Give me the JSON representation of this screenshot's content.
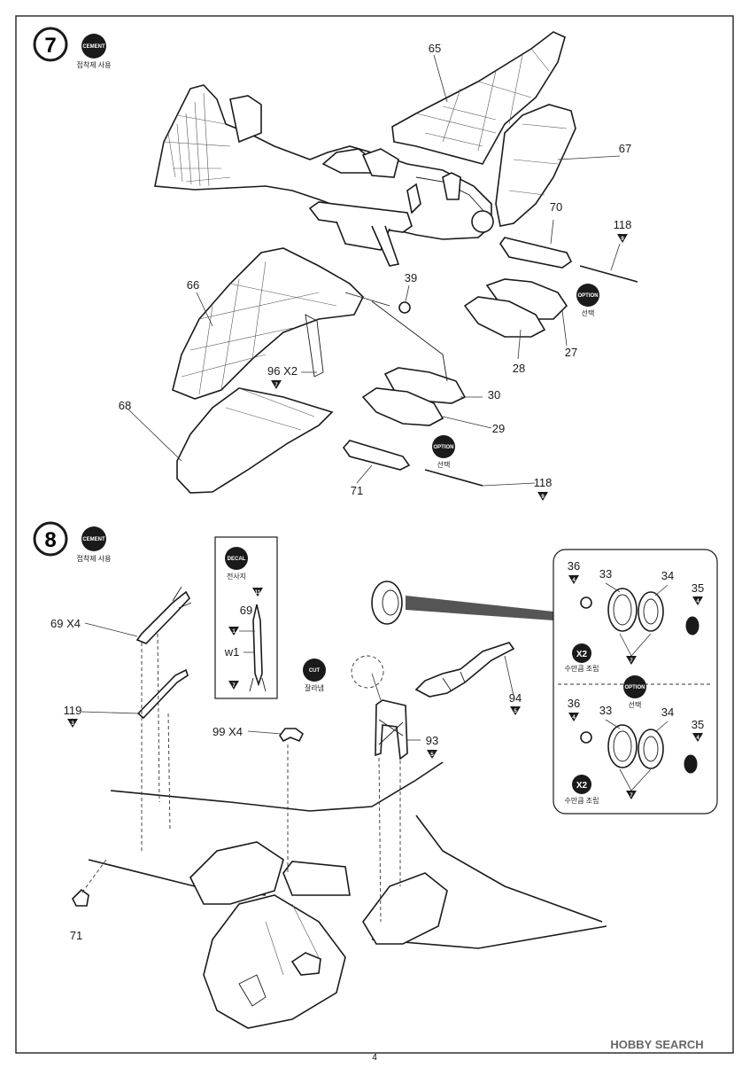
{
  "page_number": "4",
  "watermark": "HOBBY SEARCH",
  "step7": {
    "number": "7",
    "cement_badge": "CEMENT",
    "cement_caption": "접착제 사용",
    "labels": {
      "p65": "65",
      "p67": "67",
      "p70": "70",
      "p118a": "118",
      "p118a_ref": "9",
      "p66": "66",
      "p39": "39",
      "p27": "27",
      "p28": "28",
      "p96": "96 X2",
      "p96_ref": "7",
      "p30": "30",
      "p29": "29",
      "p68": "68",
      "p71": "71",
      "p118b": "118",
      "p118b_ref": "9"
    },
    "option_badge": "OPTION",
    "option_caption": "선택"
  },
  "step8": {
    "number": "8",
    "cement_badge": "CEMENT",
    "cement_caption": "접착제 사용",
    "decal_badge": "DECAL",
    "decal_caption": "전사지",
    "decal_refs": {
      "top": "11",
      "mid": "1",
      "bottom": "7"
    },
    "decal_part": "69",
    "decal_code": "w1",
    "cut_badge": "CUT",
    "cut_caption": "잘라냄",
    "labels": {
      "p69": "69 X4",
      "p119": "119",
      "p119_ref": "3",
      "p99": "99 X4",
      "p93": "93",
      "p93_ref": "5",
      "p94": "94",
      "p94_ref": "5",
      "p71": "71"
    },
    "inset": {
      "row1": {
        "p36": "36",
        "p36_ref": "4",
        "p33": "33",
        "p34": "34",
        "p35": "35",
        "p35_ref": "4",
        "ref_bottom": "7",
        "x2": "X2",
        "x2_caption": "수만큼 조립"
      },
      "option_badge": "OPTION",
      "option_caption": "선택",
      "row2": {
        "p36": "36",
        "p36_ref": "4",
        "p33": "33",
        "p34": "34",
        "p35": "35",
        "p35_ref": "4",
        "ref_bottom": "7",
        "x2": "X2",
        "x2_caption": "수만큼 조립"
      }
    }
  }
}
